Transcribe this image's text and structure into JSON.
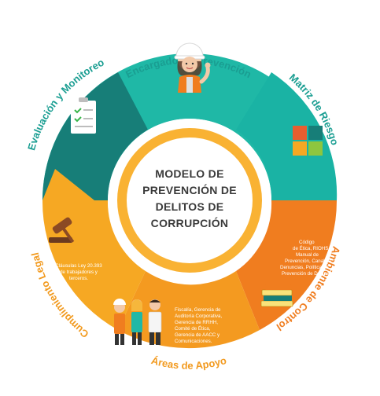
{
  "center": {
    "lines": [
      "MODELO DE",
      "PREVENCIÓN DE",
      "DELITOS DE",
      "CORRUPCIÓN"
    ]
  },
  "segments": [
    {
      "name": "Encargado de Prevención",
      "color": "#1fb8a6"
    },
    {
      "name": "Matriz de Riesgo",
      "color": "#1ab3a4"
    },
    {
      "name": "Ambiente de Control",
      "color": "#f07d1f"
    },
    {
      "name": "Áreas de Apoyo",
      "color": "#f49a20"
    },
    {
      "name": "Cumplimiento Legal",
      "color": "#f6a823"
    },
    {
      "name": "Evaluación y Monitoreo",
      "color": "#177e78"
    }
  ],
  "label_colors": {
    "teal": "#1a9e92",
    "orange": "#f29a1f"
  },
  "texts": {
    "control": [
      "Código",
      "de Ética, RIOHS,",
      "Manual de",
      "Prevención, Canal de",
      "Denuncias, Política de",
      "Prevención de Delitos."
    ],
    "legal": [
      "Cláusulas Ley 20.393",
      "de trabajadores y",
      "terceros."
    ],
    "apoyo": [
      "Fiscalía, Gerencia de",
      "Auditoría Corporativa,",
      "Gerencia de RRHH,",
      "Comité de Ética,",
      "Gerencia de AACC y",
      "Comunicaciones."
    ]
  },
  "icons": [
    "engineer-icon",
    "quadrant-icon",
    "books-icon",
    "team-icon",
    "gavel-icon",
    "clipboard-icon"
  ]
}
